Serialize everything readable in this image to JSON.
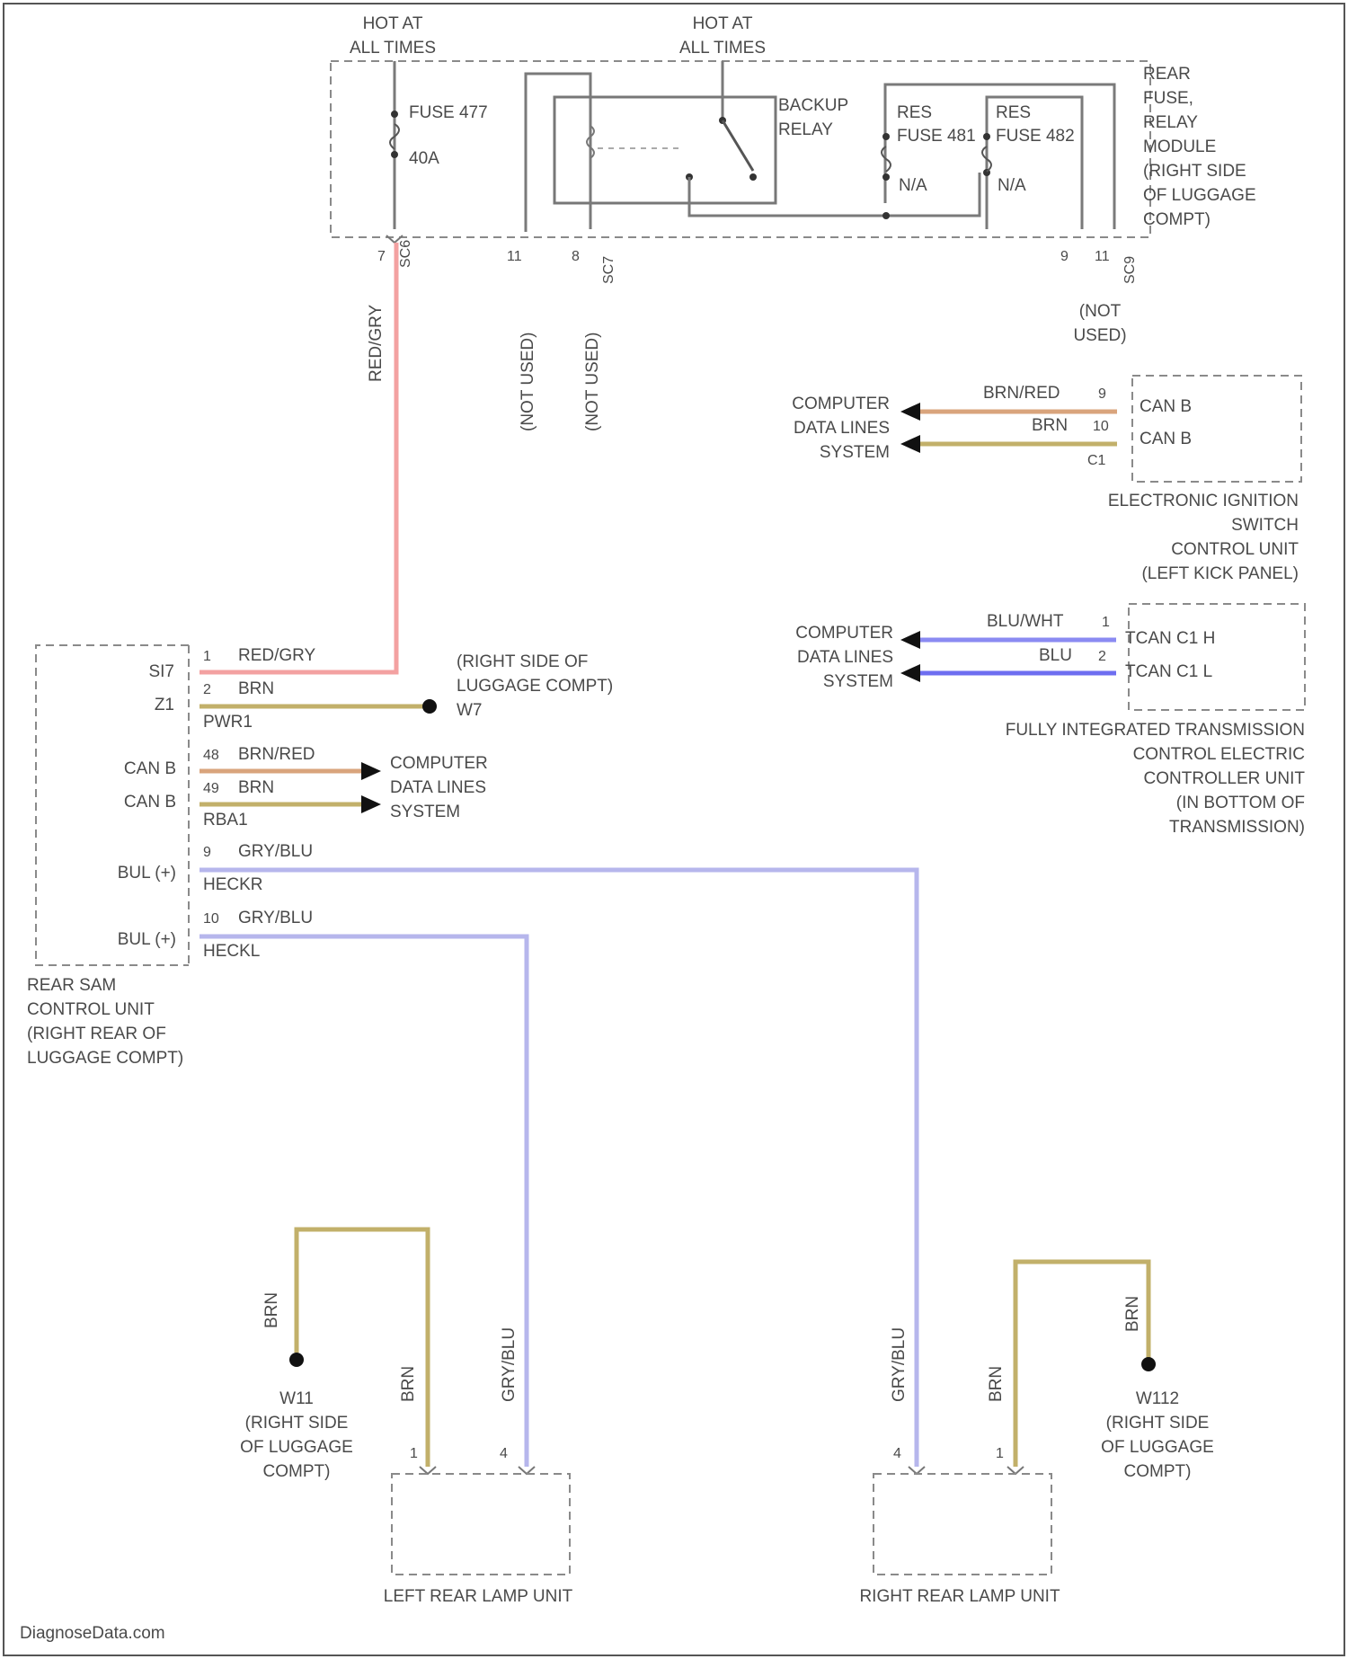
{
  "colors": {
    "red": "#f3a1a1",
    "brn": "#c2b06a",
    "brn_red": "#d9a47c",
    "gry_blu": "#b6b6ec",
    "blu": "#8a8af2",
    "line": "#7a7a7a"
  },
  "fuse_module": {
    "hot1": [
      "HOT AT",
      "ALL TIMES"
    ],
    "hot2": [
      "HOT AT",
      "ALL TIMES"
    ],
    "fuse_name": "FUSE 477",
    "fuse_rating": "40A",
    "backup_relay": [
      "BACKUP",
      "RELAY"
    ],
    "res1": [
      "RES",
      "FUSE 481"
    ],
    "res2": [
      "RES",
      "FUSE 482"
    ],
    "na1": "N/A",
    "na2": "N/A",
    "module_label": [
      "REAR",
      "FUSE,",
      "RELAY",
      "MODULE",
      "(RIGHT SIDE",
      "OF LUGGAGE",
      "COMPT)"
    ],
    "pin_left": "7",
    "conn_left": "SC6",
    "pins_mid": [
      "11",
      "8",
      "SC7"
    ],
    "pins_right": [
      "9",
      "11",
      "SC9"
    ],
    "not_used_right": [
      "(NOT",
      "USED)"
    ],
    "wire_redgry": "RED/GRY",
    "not_used_1": "(NOT USED)",
    "not_used_2": "(NOT USED)"
  },
  "ignition": {
    "cds": [
      "COMPUTER",
      "DATA LINES",
      "SYSTEM"
    ],
    "wire1": "BRN/RED",
    "pin1": "9",
    "wire2": "BRN",
    "pin2": "10",
    "conn": "C1",
    "can1": "CAN B",
    "can2": "CAN B",
    "title": [
      "ELECTRONIC IGNITION",
      "SWITCH",
      "CONTROL UNIT",
      "(LEFT KICK PANEL)"
    ]
  },
  "transmission": {
    "cds": [
      "COMPUTER",
      "DATA LINES",
      "SYSTEM"
    ],
    "wire1": "BLU/WHT",
    "pin1": "1",
    "wire2": "BLU",
    "pin2": "2",
    "can1": "TCAN C1 H",
    "can2": "TCAN C1 L",
    "title": [
      "FULLY INTEGRATED TRANSMISSION",
      "CONTROL ELECTRIC",
      "CONTROLLER UNIT",
      "(IN BOTTOM OF",
      "TRANSMISSION)"
    ]
  },
  "sam": {
    "conn1": "SI7",
    "conn2": "Z1",
    "pin1": "1",
    "wire1": "RED/GRY",
    "pin2": "2",
    "wire2": "BRN",
    "func2": "PWR1",
    "ground_loc": [
      "(RIGHT SIDE OF",
      "LUGGAGE COMPT)"
    ],
    "ground_name": "W7",
    "can1": "CAN B",
    "can2": "CAN B",
    "pin3": "48",
    "wire3": "BRN/RED",
    "pin4": "49",
    "wire4": "BRN",
    "func4": "RBA1",
    "cds": [
      "COMPUTER",
      "DATA LINES",
      "SYSTEM"
    ],
    "bul1": "BUL (+)",
    "pin5": "9",
    "wire5": "GRY/BLU",
    "func5": "HECKR",
    "bul2": "BUL (+)",
    "pin6": "10",
    "wire6": "GRY/BLU",
    "func6": "HECKL",
    "title": [
      "REAR SAM",
      "CONTROL UNIT",
      "(RIGHT REAR OF",
      "LUGGAGE COMPT)"
    ]
  },
  "left_lamp": {
    "brn_a": "BRN",
    "brn_b": "BRN",
    "grybl": "GRY/BLU",
    "ground_name": "W11",
    "ground_loc": [
      "(RIGHT SIDE",
      "OF LUGGAGE",
      "COMPT)"
    ],
    "pin_a": "1",
    "pin_b": "4",
    "title": "LEFT REAR LAMP UNIT"
  },
  "right_lamp": {
    "brn_a": "BRN",
    "brn_b": "BRN",
    "grybl": "GRY/BLU",
    "ground_name": "W112",
    "ground_loc": [
      "(RIGHT SIDE",
      "OF LUGGAGE",
      "COMPT)"
    ],
    "pin_a": "4",
    "pin_b": "1",
    "title": "RIGHT REAR LAMP UNIT"
  },
  "footer": "DiagnoseData.com"
}
